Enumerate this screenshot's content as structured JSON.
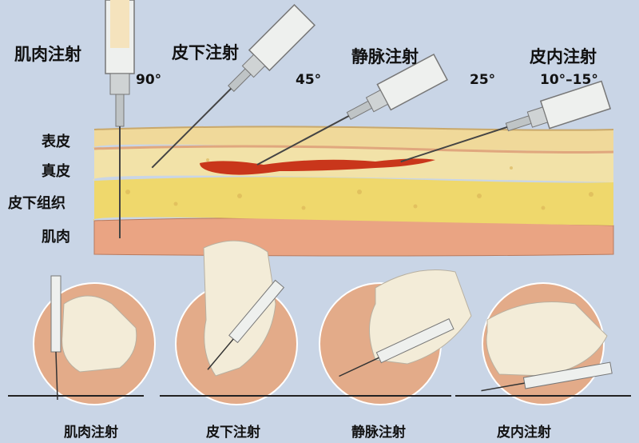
{
  "titles": {
    "im": "肌肉注射",
    "sc": "皮下注射",
    "iv": "静脉注射",
    "id": "皮内注射"
  },
  "angles": {
    "im": "90°",
    "sc": "45°",
    "iv": "25°",
    "id": "10°–15°"
  },
  "layers": {
    "epidermis": "表皮",
    "dermis": "真皮",
    "subcutaneous": "皮下组织",
    "muscle": "肌肉"
  },
  "captions": {
    "im": "肌肉注射",
    "sc": "皮下注射",
    "iv": "静脉注射",
    "id": "皮内注射"
  },
  "colors": {
    "background": "#c9d5e6",
    "epidermis": "#f0d99a",
    "dermis": "#f2e2a8",
    "subcutaneous": "#efd86c",
    "muscle": "#eaa483",
    "vein": "#c9361b",
    "circle": "#e3ab89",
    "glove": "#f3ecd8",
    "syringe": "#eef0ee"
  },
  "icons": [
    "syringe-icon",
    "gloved-hand-icon",
    "skin-cross-section"
  ]
}
